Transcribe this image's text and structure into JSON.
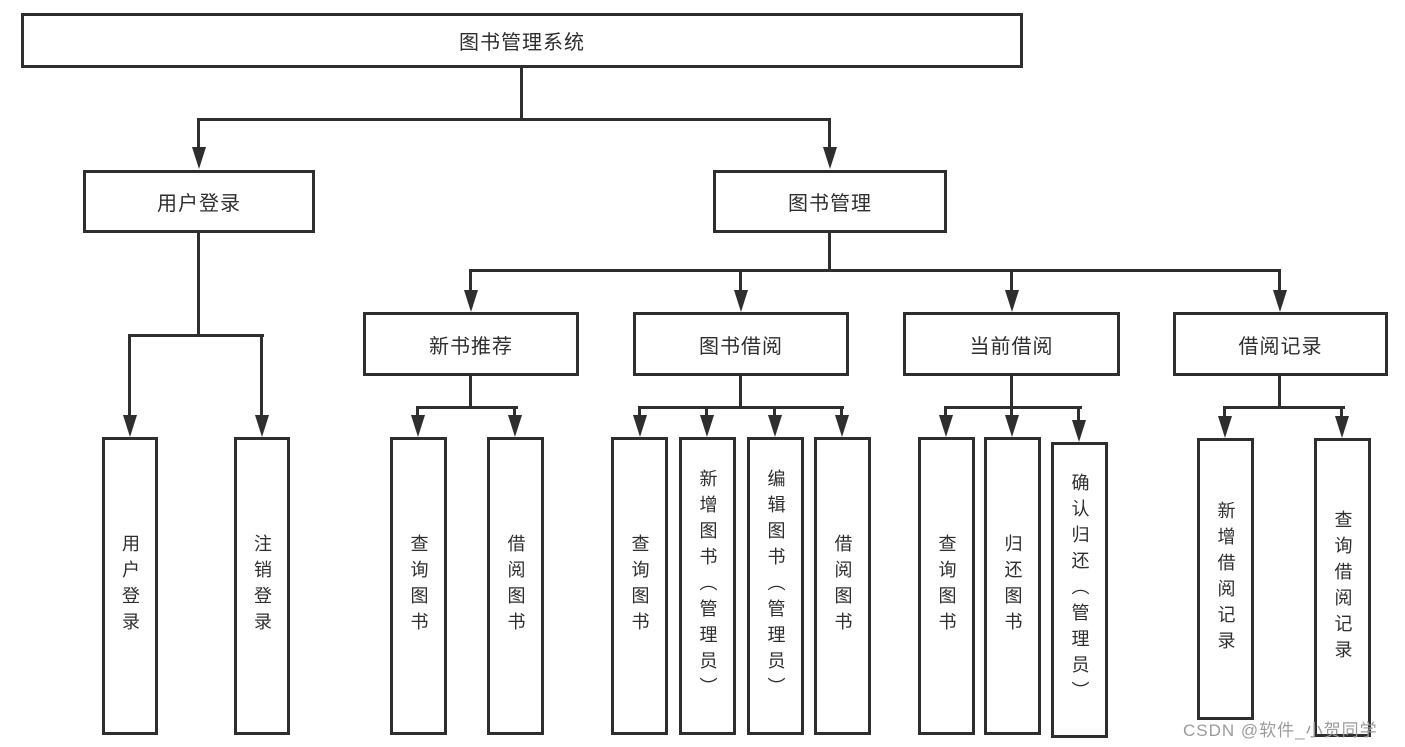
{
  "tree": {
    "root": {
      "label": "图书管理系统",
      "children": [
        {
          "label": "用户登录",
          "children": [
            {
              "label": "用户登录"
            },
            {
              "label": "注销登录"
            }
          ]
        },
        {
          "label": "图书管理",
          "children": [
            {
              "label": "新书推荐",
              "children": [
                {
                  "label": "查询图书"
                },
                {
                  "label": "借阅图书"
                }
              ]
            },
            {
              "label": "图书借阅",
              "children": [
                {
                  "label": "查询图书"
                },
                {
                  "label": "新增图书（管理员）"
                },
                {
                  "label": "编辑图书（管理员）"
                },
                {
                  "label": "借阅图书"
                }
              ]
            },
            {
              "label": "当前借阅",
              "children": [
                {
                  "label": "查询图书"
                },
                {
                  "label": "归还图书"
                },
                {
                  "label": "确认归还（管理员）"
                }
              ]
            },
            {
              "label": "借阅记录",
              "children": [
                {
                  "label": "新增借阅记录"
                },
                {
                  "label": "查询借阅记录"
                }
              ]
            }
          ]
        }
      ]
    }
  },
  "watermark": {
    "text": "CSDN @软件_小贺同学"
  },
  "colors": {
    "line": "#2e2e2e",
    "watermark": "#9b9b9b",
    "background": "#ffffff"
  }
}
